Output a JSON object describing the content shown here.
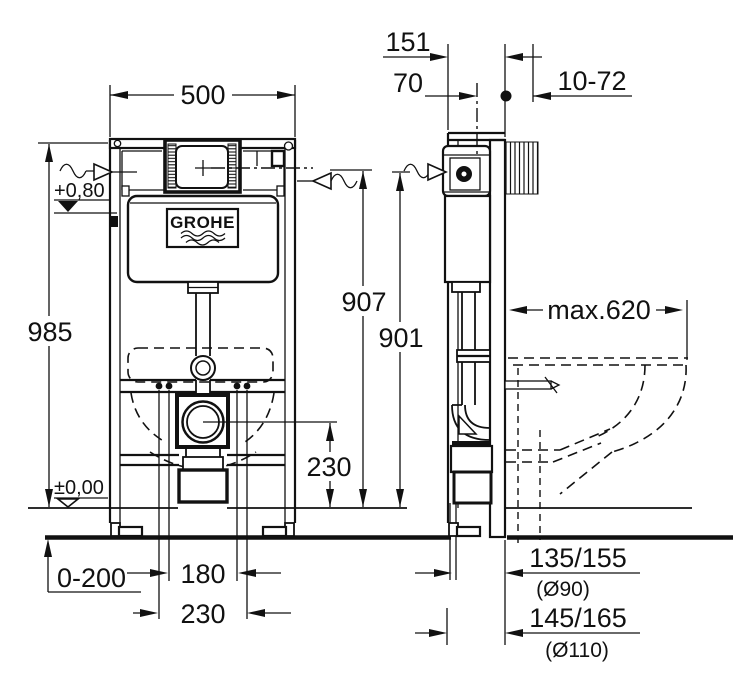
{
  "drawing": {
    "brand_logo": "GROHE",
    "front_view": {
      "width_mm": "500",
      "height_mm": "985",
      "supply_level": "+0,80",
      "floor_level": "±0,00",
      "foot_adjustment_range": "0-200",
      "rod_spacing": "180",
      "fixing_spacing": "230",
      "outlet_center_height": "230",
      "plate_center_height": "907"
    },
    "side_view": {
      "frame_depth": "151",
      "pipe_center_offset": "70",
      "wall_finish_range": "10-72",
      "supply_height": "901",
      "bowl_max_depth": "max.620",
      "outlet_dim_90": "135/155",
      "outlet_dia_90": "(Ø90)",
      "outlet_dim_110": "145/165",
      "outlet_dia_110": "(Ø110)"
    }
  }
}
